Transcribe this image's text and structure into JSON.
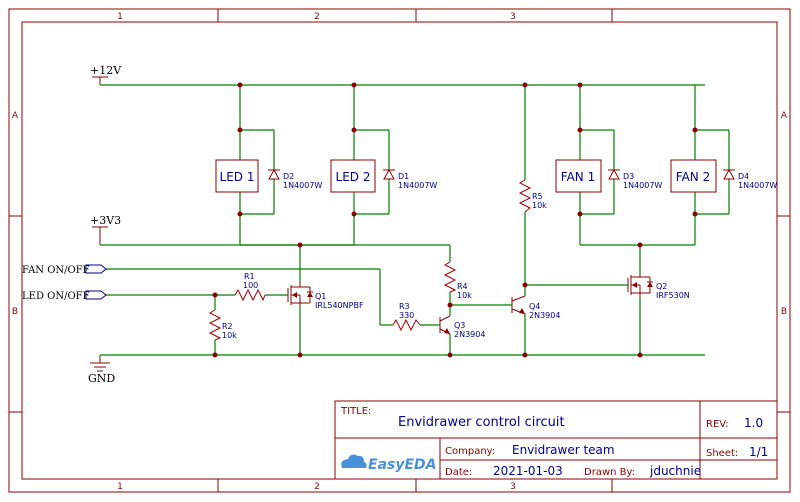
{
  "frame": {
    "columns": [
      "1",
      "2",
      "3"
    ],
    "rows": [
      "A",
      "B"
    ]
  },
  "power": {
    "v12": "+12V",
    "v33": "+3V3",
    "gnd": "GND"
  },
  "ports": {
    "fan": "FAN ON/OFF",
    "led": "LED ON/OFF"
  },
  "loads": {
    "led1": "LED 1",
    "led2": "LED 2",
    "fan1": "FAN 1",
    "fan2": "FAN 2"
  },
  "parts": {
    "d1": {
      "ref": "D1",
      "value": "1N4007W"
    },
    "d2": {
      "ref": "D2",
      "value": "1N4007W"
    },
    "d3": {
      "ref": "D3",
      "value": "1N4007W"
    },
    "d4": {
      "ref": "D4",
      "value": "1N4007W"
    },
    "r1": {
      "ref": "R1",
      "value": "100"
    },
    "r2": {
      "ref": "R2",
      "value": "10k"
    },
    "r3": {
      "ref": "R3",
      "value": "330"
    },
    "r4": {
      "ref": "R4",
      "value": "10k"
    },
    "r5": {
      "ref": "R5",
      "value": "10k"
    },
    "q1": {
      "ref": "Q1",
      "value": "IRL540NPBF"
    },
    "q2": {
      "ref": "Q2",
      "value": "IRF530N"
    },
    "q3": {
      "ref": "Q3",
      "value": "2N3904"
    },
    "q4": {
      "ref": "Q4",
      "value": "2N3904"
    }
  },
  "titleblock": {
    "title_label": "TITLE:",
    "title": "Envidrawer control circuit",
    "rev_label": "REV:",
    "rev": "1.0",
    "company_label": "Company:",
    "company": "Envidrawer team",
    "sheet_label": "Sheet:",
    "sheet": "1/1",
    "date_label": "Date:",
    "date": "2021-01-03",
    "drawn_label": "Drawn By:",
    "drawn": "jduchnie",
    "logo": "EasyEDA"
  },
  "colors": {
    "wire": "#008000",
    "frame": "#8b0000",
    "text": "#00008b"
  }
}
